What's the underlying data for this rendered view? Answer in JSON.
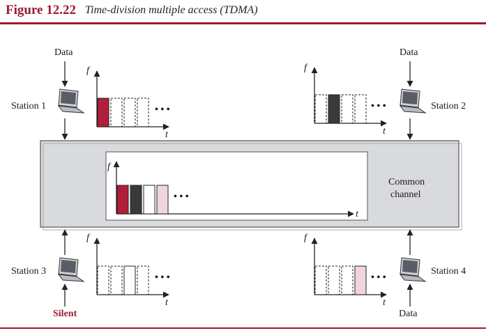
{
  "figure": {
    "number": "Figure 12.22",
    "caption": "Time-division multiple access (TDMA)"
  },
  "stations": {
    "s1": {
      "label": "Station 1",
      "input": "Data"
    },
    "s2": {
      "label": "Station 2",
      "input": "Data"
    },
    "s3": {
      "label": "Station 3",
      "input": "Silent"
    },
    "s4": {
      "label": "Station 4",
      "input": "Data"
    }
  },
  "channel": {
    "label_line1": "Common",
    "label_line2": "channel"
  },
  "axes": {
    "freq": "f",
    "time": "t",
    "ellipsis": "• • •"
  },
  "colors": {
    "accent": "#9b1b30",
    "station1": "#b01e3a",
    "station2": "#3a3a3a",
    "station3": "#ffffff",
    "station4": "#f0d6dc",
    "channel_bg": "#dcdde0"
  }
}
